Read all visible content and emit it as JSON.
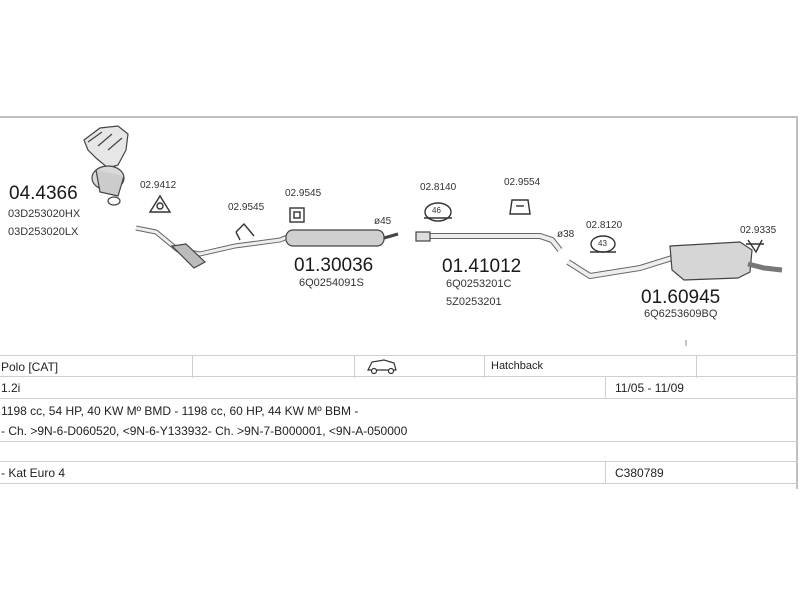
{
  "parts": {
    "catalyst": {
      "number": "04.4366",
      "oem": [
        "03D253020HX",
        "03D253020LX"
      ]
    },
    "front_pipe": {
      "number": "01.30036",
      "oem": [
        "6Q0254091S"
      ]
    },
    "middle_pipe": {
      "number": "01.41012",
      "oem": [
        "6Q0253201C",
        "5Z0253201"
      ]
    },
    "rear_silencer": {
      "number": "01.60945",
      "oem": [
        "6Q6253609BQ"
      ]
    }
  },
  "accessories": {
    "gasket_1": "02.9412",
    "clamp_1": "02.9545",
    "clamp_2": "02.9545",
    "gasket_2": "02.8140",
    "hanger_1": "02.9554",
    "hanger_2": "02.8120",
    "hanger_3": "02.9335"
  },
  "diameters": {
    "front": "ø45",
    "middle": "ø38"
  },
  "badges": {
    "gasket_2": "46",
    "hanger_2": "43"
  },
  "vehicle": {
    "model": "Polo  [CAT]",
    "body": "Hatchback",
    "engine": "1.2i",
    "years": "11/05 - 11/09",
    "engine_details": "1198 cc, 54 HP, 40 KW Mº BMD - 1198 cc, 60 HP, 44 KW Mº BBM -",
    "chassis": "- Ch. >9N-6-D060520, <9N-6-Y133932- Ch. >9N-7-B000001, <9N-A-050000",
    "notes": "- Kat Euro 4",
    "code": "C380789"
  },
  "icon": "car-hatchback-icon"
}
